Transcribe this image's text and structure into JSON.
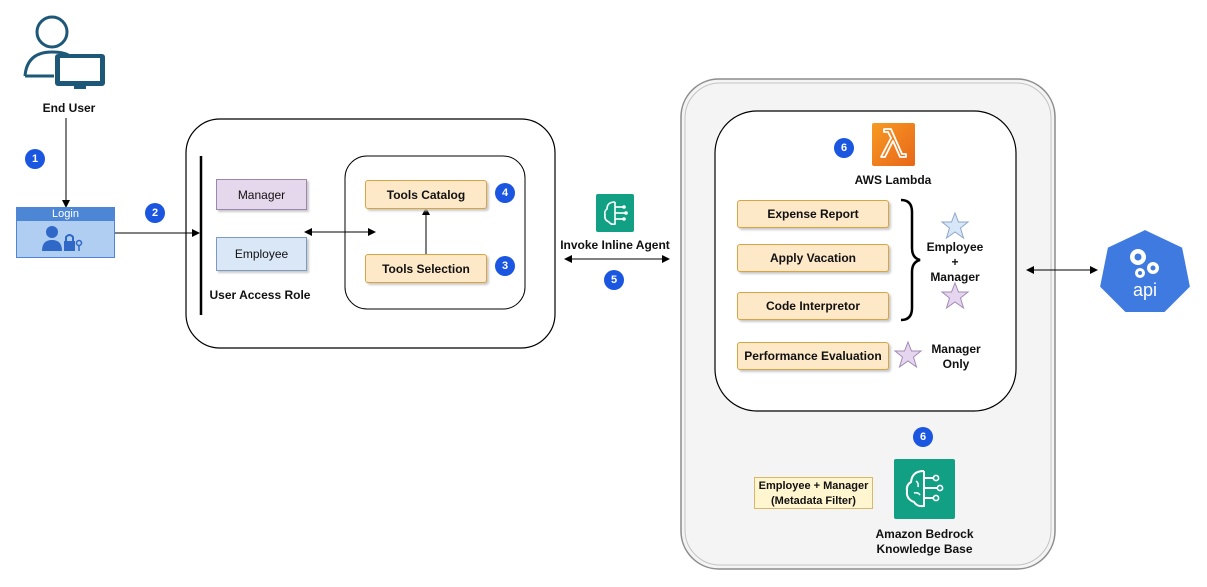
{
  "end_user": {
    "label": "End User"
  },
  "login": {
    "label": "Login"
  },
  "badges": {
    "b1": "1",
    "b2": "2",
    "b3": "3",
    "b4": "4",
    "b5": "5",
    "b6a": "6",
    "b6b": "6"
  },
  "roles": {
    "manager": "Manager",
    "employee": "Employee",
    "caption": "User Access Role"
  },
  "tools": {
    "catalog": "Tools Catalog",
    "selection": "Tools Selection"
  },
  "agent": {
    "label": "Invoke Inline Agent"
  },
  "lambda": {
    "label": "AWS Lambda"
  },
  "actions": {
    "expense": "Expense Report",
    "vacation": "Apply Vacation",
    "code": "Code Interpretor",
    "performance": "Performance Evaluation"
  },
  "access": {
    "both_line1": "Employee",
    "both_line2": "+",
    "both_line3": "Manager",
    "mgr_line1": "Manager",
    "mgr_line2": "Only"
  },
  "kb": {
    "filter_line1": "Employee + Manager",
    "filter_line2": "(Metadata Filter)",
    "label_line1": "Amazon Bedrock",
    "label_line2": "Knowledge Base"
  },
  "api": {
    "label": "api"
  },
  "colors": {
    "badge": "#1a56e0",
    "tool_fill": "#fde8c8",
    "tool_border": "#d9a441",
    "manager_fill": "#e6d8ec",
    "employee_fill": "#d9e7f7",
    "lambda_orange": "#f07f16",
    "bedrock_green": "#12a085",
    "api_blue": "#3f7ae0",
    "user_icon": "#1d5878"
  }
}
